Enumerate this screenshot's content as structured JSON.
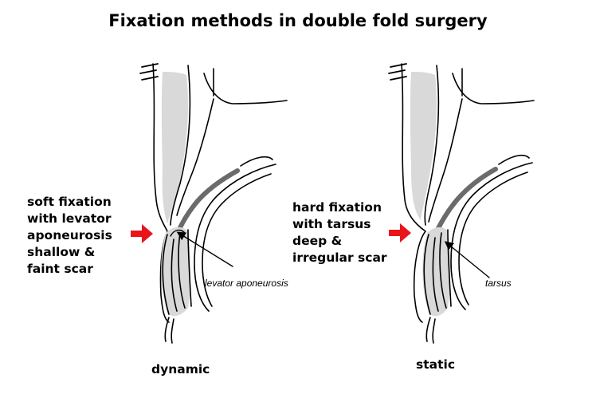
{
  "title": "Fixation methods in double fold surgery",
  "panels": [
    {
      "lines": [
        "soft fixation",
        "with levator",
        "aponeurosis",
        "shallow &",
        "faint scar"
      ],
      "callout": "levator aponeurosis",
      "caption": "dynamic"
    },
    {
      "lines": [
        "hard fixation",
        "with tarsus",
        "deep &",
        "irregular scar"
      ],
      "callout": "tarsus",
      "caption": "static"
    }
  ],
  "colors": {
    "arrow": "#e8161b",
    "shade": "#d9d9d9",
    "dark": "#6b6b6b"
  }
}
